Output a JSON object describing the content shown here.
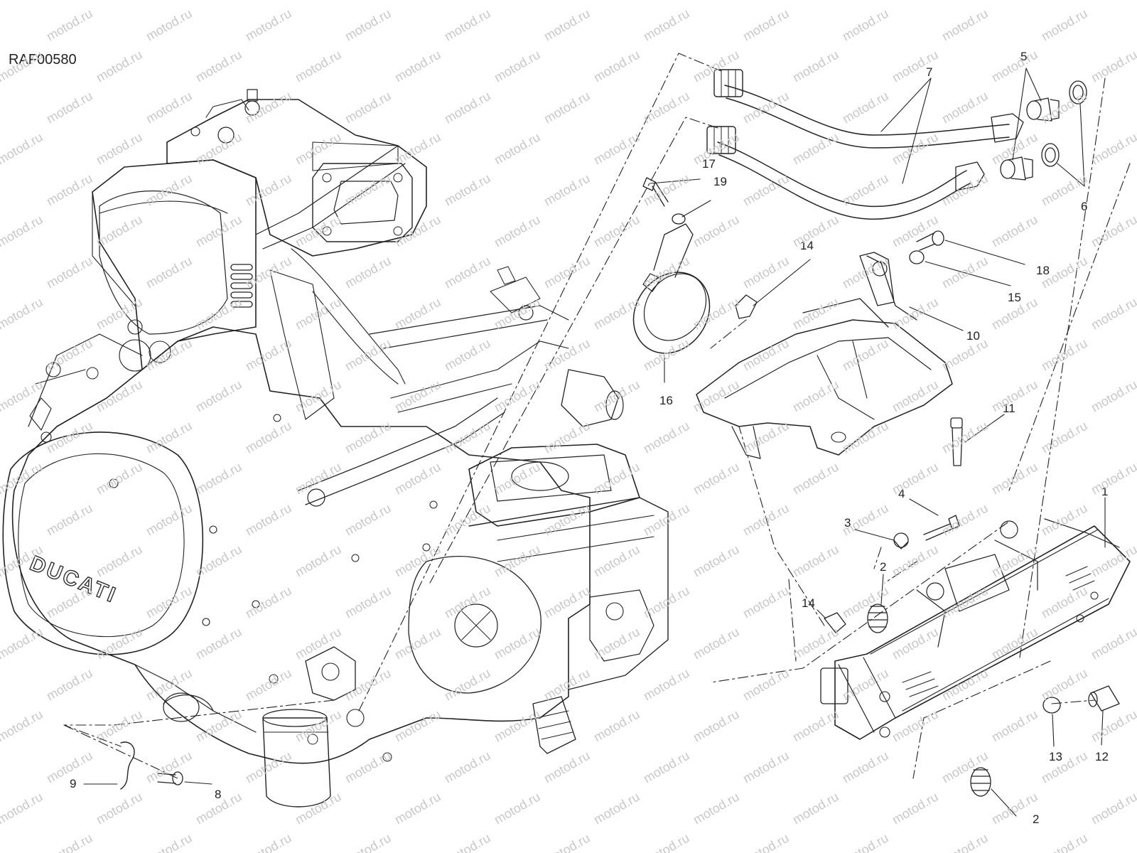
{
  "diagram": {
    "code": "RAF00580",
    "brand_text": "DUCATI",
    "watermark": "motod.ru",
    "callouts": [
      {
        "id": "c1",
        "label": "1"
      },
      {
        "id": "c2a",
        "label": "2"
      },
      {
        "id": "c2b",
        "label": "2"
      },
      {
        "id": "c3",
        "label": "3"
      },
      {
        "id": "c4",
        "label": "4"
      },
      {
        "id": "c5",
        "label": "5"
      },
      {
        "id": "c6",
        "label": "6"
      },
      {
        "id": "c7",
        "label": "7"
      },
      {
        "id": "c8",
        "label": "8"
      },
      {
        "id": "c9",
        "label": "9"
      },
      {
        "id": "c10",
        "label": "10"
      },
      {
        "id": "c11",
        "label": "11"
      },
      {
        "id": "c12",
        "label": "12"
      },
      {
        "id": "c13",
        "label": "13"
      },
      {
        "id": "c14a",
        "label": "14"
      },
      {
        "id": "c14b",
        "label": "14"
      },
      {
        "id": "c15",
        "label": "15"
      },
      {
        "id": "c16",
        "label": "16"
      },
      {
        "id": "c17",
        "label": "17"
      },
      {
        "id": "c18",
        "label": "18"
      },
      {
        "id": "c19",
        "label": "19"
      }
    ]
  }
}
